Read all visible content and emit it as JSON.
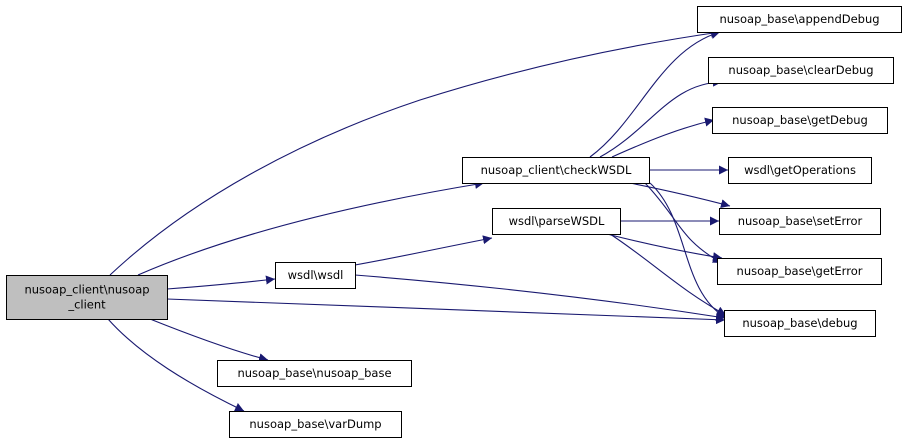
{
  "colors": {
    "edge": "#191970",
    "node_fill": "#ffffff",
    "root_fill": "#bfbfbf",
    "node_stroke": "#000000"
  },
  "diagram": {
    "nodes": [
      {
        "id": "root",
        "lines": [
          "nusoap_client\\nusoap",
          "_client"
        ],
        "root": true
      },
      {
        "id": "checkWSDL",
        "lines": [
          "nusoap_client\\checkWSDL"
        ]
      },
      {
        "id": "wsdl",
        "lines": [
          "wsdl\\wsdl"
        ]
      },
      {
        "id": "parseWSDL",
        "lines": [
          "wsdl\\parseWSDL"
        ]
      },
      {
        "id": "nusoap_base",
        "lines": [
          "nusoap_base\\nusoap_base"
        ]
      },
      {
        "id": "varDump",
        "lines": [
          "nusoap_base\\varDump"
        ]
      },
      {
        "id": "appendDebug",
        "lines": [
          "nusoap_base\\appendDebug"
        ]
      },
      {
        "id": "clearDebug",
        "lines": [
          "nusoap_base\\clearDebug"
        ]
      },
      {
        "id": "getDebug",
        "lines": [
          "nusoap_base\\getDebug"
        ]
      },
      {
        "id": "getOperations",
        "lines": [
          "wsdl\\getOperations"
        ]
      },
      {
        "id": "setError",
        "lines": [
          "nusoap_base\\setError"
        ]
      },
      {
        "id": "getError",
        "lines": [
          "nusoap_base\\getError"
        ]
      },
      {
        "id": "debug",
        "lines": [
          "nusoap_base\\debug"
        ]
      }
    ],
    "edges": [
      {
        "from": "root",
        "to": "appendDebug"
      },
      {
        "from": "root",
        "to": "checkWSDL"
      },
      {
        "from": "root",
        "to": "wsdl"
      },
      {
        "from": "root",
        "to": "debug"
      },
      {
        "from": "root",
        "to": "nusoap_base"
      },
      {
        "from": "root",
        "to": "varDump"
      },
      {
        "from": "checkWSDL",
        "to": "appendDebug"
      },
      {
        "from": "checkWSDL",
        "to": "clearDebug"
      },
      {
        "from": "checkWSDL",
        "to": "getDebug"
      },
      {
        "from": "checkWSDL",
        "to": "getOperations"
      },
      {
        "from": "checkWSDL",
        "to": "setError"
      },
      {
        "from": "checkWSDL",
        "to": "getError"
      },
      {
        "from": "checkWSDL",
        "to": "debug"
      },
      {
        "from": "wsdl",
        "to": "parseWSDL"
      },
      {
        "from": "wsdl",
        "to": "debug"
      },
      {
        "from": "parseWSDL",
        "to": "setError"
      },
      {
        "from": "parseWSDL",
        "to": "getError"
      },
      {
        "from": "parseWSDL",
        "to": "debug"
      }
    ]
  }
}
